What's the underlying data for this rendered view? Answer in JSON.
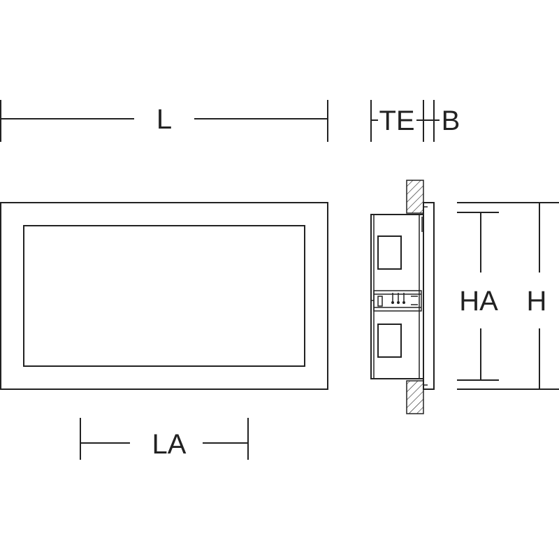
{
  "labels": {
    "length": "L",
    "thickness_e": "TE",
    "bezel": "B",
    "aperture_length": "LA",
    "aperture_height": "HA",
    "height": "H"
  },
  "colors": {
    "line": "#222222",
    "background": "#ffffff"
  }
}
